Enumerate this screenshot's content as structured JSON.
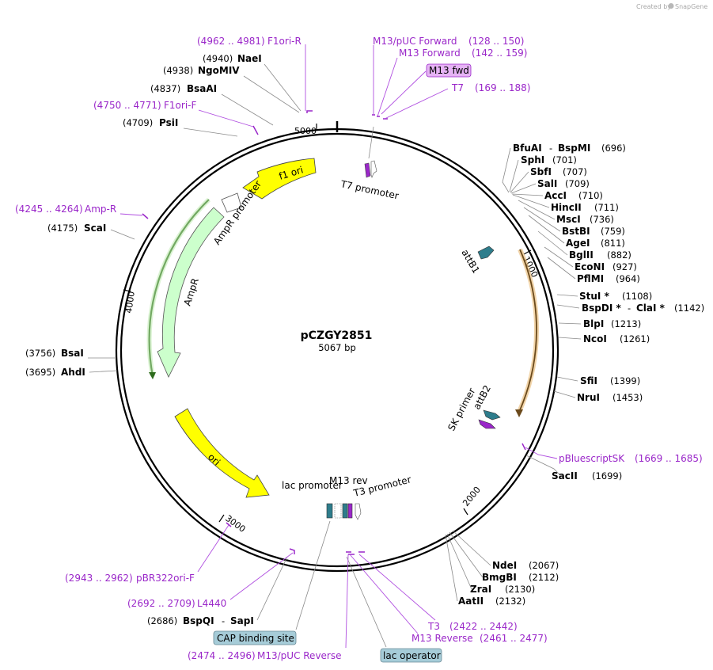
{
  "brand": {
    "created_by": "Created by",
    "app": "SnapGene",
    "color": "#a8a8a8"
  },
  "plasmid": {
    "name": "pCZGY2851",
    "size": "5067 bp"
  },
  "ticks": [
    "1000",
    "2000",
    "3000",
    "4000",
    "5000"
  ],
  "colors": {
    "primer": "#9a27c9",
    "ori": "#ffff00",
    "ampr": "#ccffcc",
    "att": "#2e7d8c",
    "box_purple": "#e6b3f5",
    "box_blue": "#a6ccd8"
  },
  "enzymes": {
    "naei": {
      "pos": "(4940)",
      "name": "NaeI"
    },
    "ngomiv": {
      "pos": "(4938)",
      "name": "NgoMIV"
    },
    "bsaai": {
      "pos": "(4837)",
      "name": "BsaAI"
    },
    "psii": {
      "pos": "(4709)",
      "name": "PsiI"
    },
    "scai": {
      "pos": "(4175)",
      "name": "ScaI"
    },
    "bsai": {
      "pos": "(3756)",
      "name": "BsaI"
    },
    "ahdi": {
      "pos": "(3695)",
      "name": "AhdI"
    },
    "bspqi": {
      "pos": "(2686)",
      "name": "BspQI",
      "sep": "-",
      "name2": "SapI"
    },
    "bfuai": {
      "name": "BfuAI",
      "sep": "-",
      "name2": "BspMI",
      "pos": "(696)"
    },
    "sphi": {
      "name": "SphI",
      "pos": "(701)"
    },
    "sbfi": {
      "name": "SbfI",
      "pos": "(707)"
    },
    "sali": {
      "name": "SalI",
      "pos": "(709)"
    },
    "acci": {
      "name": "AccI",
      "pos": "(710)"
    },
    "hincii": {
      "name": "HincII",
      "pos": "(711)"
    },
    "msci": {
      "name": "MscI",
      "pos": "(736)"
    },
    "bstbi": {
      "name": "BstBI",
      "pos": "(759)"
    },
    "agei": {
      "name": "AgeI",
      "pos": "(811)"
    },
    "bglii": {
      "name": "BglII",
      "pos": "(882)"
    },
    "econi": {
      "name": "EcoNI",
      "pos": "(927)"
    },
    "pflmi": {
      "name": "PflMI",
      "pos": "(964)"
    },
    "stui": {
      "name": "StuI *",
      "pos": "(1108)"
    },
    "bspdi": {
      "name": "BspDI *",
      "sep": "-",
      "name2": "ClaI *",
      "pos": "(1142)"
    },
    "blpi": {
      "name": "BlpI",
      "pos": "(1213)"
    },
    "ncoi": {
      "name": "NcoI",
      "pos": "(1261)"
    },
    "sfii": {
      "name": "SfiI",
      "pos": "(1399)"
    },
    "nrui": {
      "name": "NruI",
      "pos": "(1453)"
    },
    "sacii": {
      "name": "SacII",
      "pos": "(1699)"
    },
    "ndei": {
      "name": "NdeI",
      "pos": "(2067)"
    },
    "bmgbi": {
      "name": "BmgBI",
      "pos": "(2112)"
    },
    "zrai": {
      "name": "ZraI",
      "pos": "(2130)"
    },
    "aatii": {
      "name": "AatII",
      "pos": "(2132)"
    }
  },
  "primers": {
    "f1ori_r": {
      "range": "(4962 .. 4981)",
      "name": "F1ori-R"
    },
    "m13puc_fwd": {
      "name": "M13/pUC Forward",
      "range": "(128 .. 150)"
    },
    "m13_fwd": {
      "name": "M13 Forward",
      "range": "(142 .. 159)"
    },
    "m13_fwd_box": {
      "name": "M13 fwd"
    },
    "t7": {
      "name": "T7",
      "range": "(169 .. 188)"
    },
    "f1ori_f": {
      "range": "(4750 .. 4771)",
      "name": "F1ori-F"
    },
    "amp_r": {
      "range": "(4245 .. 4264)",
      "name": "Amp-R"
    },
    "pbluescriptsk": {
      "name": "pBluescriptSK",
      "range": "(1669 .. 1685)"
    },
    "pbr322ori_f": {
      "range": "(2943 .. 2962)",
      "name": "pBR322ori-F"
    },
    "l4440": {
      "range": "(2692 .. 2709)",
      "name": "L4440"
    },
    "m13puc_rev": {
      "range": "(2474 .. 2496)",
      "name": "M13/pUC Reverse"
    },
    "t3": {
      "name": "T3",
      "range": "(2422 .. 2442)"
    },
    "m13_reverse": {
      "name": "M13 Reverse",
      "range": "(2461 .. 2477)"
    }
  },
  "features": {
    "cap_binding": "CAP binding site",
    "lac_operator": "lac operator",
    "f1_ori": "f1 ori",
    "ampr_promoter": "AmpR promoter",
    "ampr": "AmpR",
    "ori": "ori",
    "t7_promoter": "T7 promoter",
    "attb1": "attB1",
    "attb2": "attB2",
    "sk_primer": "SK primer",
    "lac_promoter": "lac promoter",
    "m13_rev": "M13 rev",
    "t3_promoter": "T3 promoter"
  }
}
